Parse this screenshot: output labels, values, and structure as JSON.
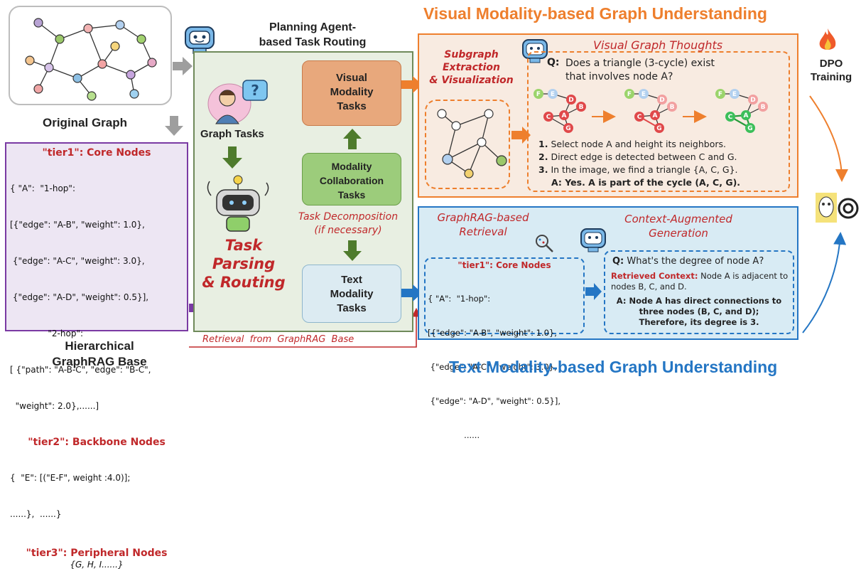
{
  "titles": {
    "visual_heading": "Visual Modality-based Graph Understanding",
    "text_heading": "Text Modality-based Graph Understanding",
    "planning": "Planning Agent-\nbased Task Routing",
    "original_graph": "Original Graph",
    "hier_base": "Hierarchical\nGraphRAG Base",
    "dpo": "DPO\nTraining"
  },
  "left_base": {
    "tier1_label": "\"tier1\": Core Nodes",
    "tier1_lines": [
      "{ \"A\":  \"1-hop\":",
      "[{\"edge\": \"A-B\", \"weight\": 1.0},",
      " {\"edge\": \"A-C\", \"weight\": 3.0},",
      " {\"edge\": \"A-D\", \"weight\": 0.5}],",
      "              \"2-hop\":",
      "[ {\"path\": \"A-B-C\", \"edge\": \"B-C\",",
      "  \"weight\": 2.0},......]"
    ],
    "tier2_label": "\"tier2\": Backbone Nodes",
    "tier2_lines": [
      "{  \"E\": [(\"E-F\", weight :4.0)];",
      "......},  ......}"
    ],
    "tier3_label": "\"tier3\": Peripheral Nodes",
    "tier3_line": "{G, H, I......}"
  },
  "center": {
    "graph_tasks": "Graph Tasks",
    "task_parsing": "Task Parsing\n& Routing",
    "visual_tasks": "Visual\nModality\nTasks",
    "collab_tasks": "Modality\nCollaboration\nTasks",
    "text_tasks": "Text\nModality\nTasks",
    "decomposition": "Task Decomposition\n(if necessary)",
    "retrieval_from": "Retrieval  from  GraphRAG  Base"
  },
  "visual_panel": {
    "subgraph_label": "Subgraph\nExtraction\n& Visualization",
    "thoughts_title": "Visual Graph Thoughts",
    "question_prefix": "Q:",
    "question": "Does a triangle (3-cycle) exist\nthat involves node A?",
    "steps": [
      {
        "n": "1.",
        "text": "Select  node A and height its neighbors."
      },
      {
        "n": "2.",
        "text": "Direct edge is detected between C and G."
      },
      {
        "n": "3.",
        "text": "In the image, we find a triangle {A, C, G}."
      }
    ],
    "answer": "A: Yes. A is part of the cycle (A, C, G).",
    "node_labels": [
      "F",
      "E",
      "D",
      "A",
      "B",
      "C",
      "G"
    ]
  },
  "text_panel": {
    "retrieval_title": "GraphRAG-based\nRetrieval",
    "context_title": "Context-Augmented\nGeneration",
    "tier1_label": "\"tier1\": Core Nodes",
    "tier1_lines": [
      "{ \"A\":  \"1-hop\":",
      "[{\"edge\": \"A-B\", \"weight\": 1.0},",
      " {\"edge\": \"A-C\", \"weight\": 3.0},",
      " {\"edge\": \"A-D\", \"weight\": 0.5}],",
      "              ......"
    ],
    "question_prefix": "Q:",
    "question": "What's the degree of node A?",
    "retrieved_label": "Retrieved Context:",
    "retrieved_text": "Node A is adjacent to nodes B, C, and D.",
    "answer": "A: Node A has direct connections to\nthree nodes (B, C, and D);\nTherefore, its degree is 3."
  },
  "colors": {
    "orange": "#ee7f2d",
    "blue": "#2476c4",
    "green_panel": "#e8efe2",
    "purple": "#7a3aa3",
    "red": "#c0282a"
  }
}
